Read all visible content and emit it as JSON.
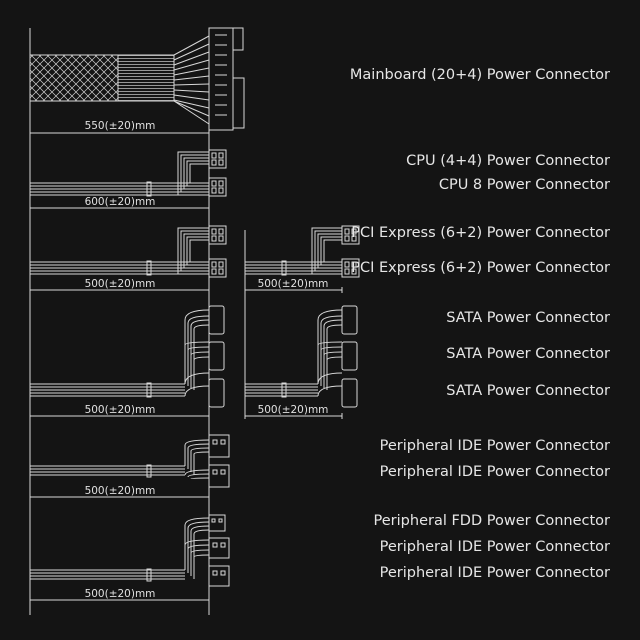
{
  "connectors": [
    "Mainboard (20+4) Power Connector",
    "CPU (4+4) Power Connector",
    "CPU 8 Power Connector",
    "PCI Express (6+2) Power Connector",
    "PCI Express (6+2) Power Connector",
    "SATA Power Connector",
    "SATA Power Connector",
    "SATA Power Connector",
    "Peripheral IDE Power Connector",
    "Peripheral IDE Power Connector",
    "Peripheral FDD Power Connector",
    "Peripheral IDE Power Connector",
    "Peripheral IDE Power Connector"
  ],
  "lengths": {
    "mainboard": "550(±20)mm",
    "cpu": "600(±20)mm",
    "pcie_left": "500(±20)mm",
    "pcie_right": "500(±20)mm",
    "sata_left": "500(±20)mm",
    "sata_right": "500(±20)mm",
    "ide": "500(±20)mm",
    "fdd": "500(±20)mm"
  },
  "colors": {
    "background": "#141414",
    "line": "#d8d8d8",
    "text": "#e6e6e6"
  }
}
